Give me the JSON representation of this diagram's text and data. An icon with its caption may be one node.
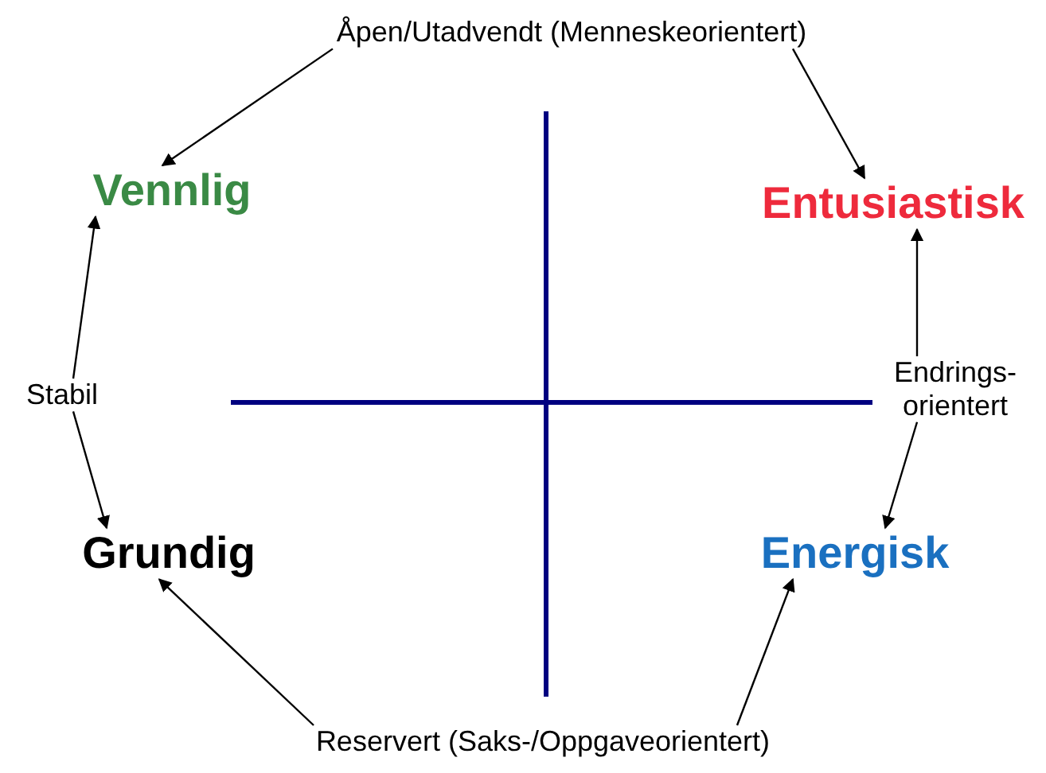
{
  "diagram": {
    "nodes": [
      {
        "text": [
          "Åpen/Utadvendt (Menneskeorientert)"
        ]
      },
      {
        "text": [
          "Vennlig"
        ]
      },
      {
        "text": [
          "Entusiastisk"
        ]
      },
      {
        "text": [
          "Stabil"
        ]
      },
      {
        "text": [
          "Endrings- orientert"
        ]
      },
      {
        "text": [
          "Grundig"
        ]
      },
      {
        "text": [
          "Energisk"
        ]
      },
      {
        "text": [
          "Reservert (Saks-/Oppgaveorientert)"
        ]
      }
    ],
    "edges": [
      {
        "from": 0,
        "to": 1,
        "arrow": "to"
      },
      {
        "from": 0,
        "to": 2,
        "arrow": "to"
      },
      {
        "from": 3,
        "to": 1,
        "arrow": "to"
      },
      {
        "from": 3,
        "to": 5,
        "arrow": "to"
      },
      {
        "from": 4,
        "to": 2,
        "arrow": "to"
      },
      {
        "from": 4,
        "to": 6,
        "arrow": "to"
      },
      {
        "from": 7,
        "to": 5,
        "arrow": "to"
      },
      {
        "from": 7,
        "to": 6,
        "arrow": "to"
      }
    ]
  }
}
